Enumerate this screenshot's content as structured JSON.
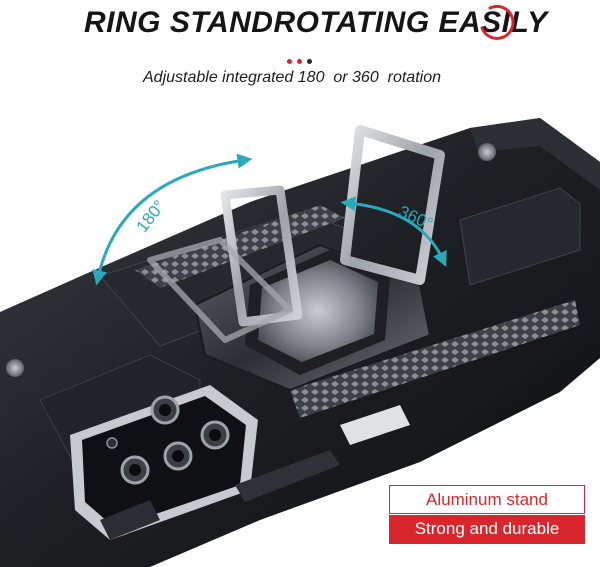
{
  "heading": {
    "title": "RING STANDROTATING EASILY",
    "subtitle": "Adjustable integrated 180  or 360  rotation"
  },
  "decor": {
    "dot_colors": [
      "#d8262c",
      "#d8262c",
      "#2a2a2a"
    ],
    "ring_icon_color": "#d8262c"
  },
  "annotations": {
    "left_angle": "180°",
    "right_angle": "360°",
    "arrow_color": "#2aa9b8"
  },
  "badges": {
    "primary": "Aluminum stand",
    "secondary": "Strong and durable",
    "accent_color": "#d8262c"
  },
  "product": {
    "case_color": "#1c1e22",
    "ring_color": "#b9bcc2"
  }
}
